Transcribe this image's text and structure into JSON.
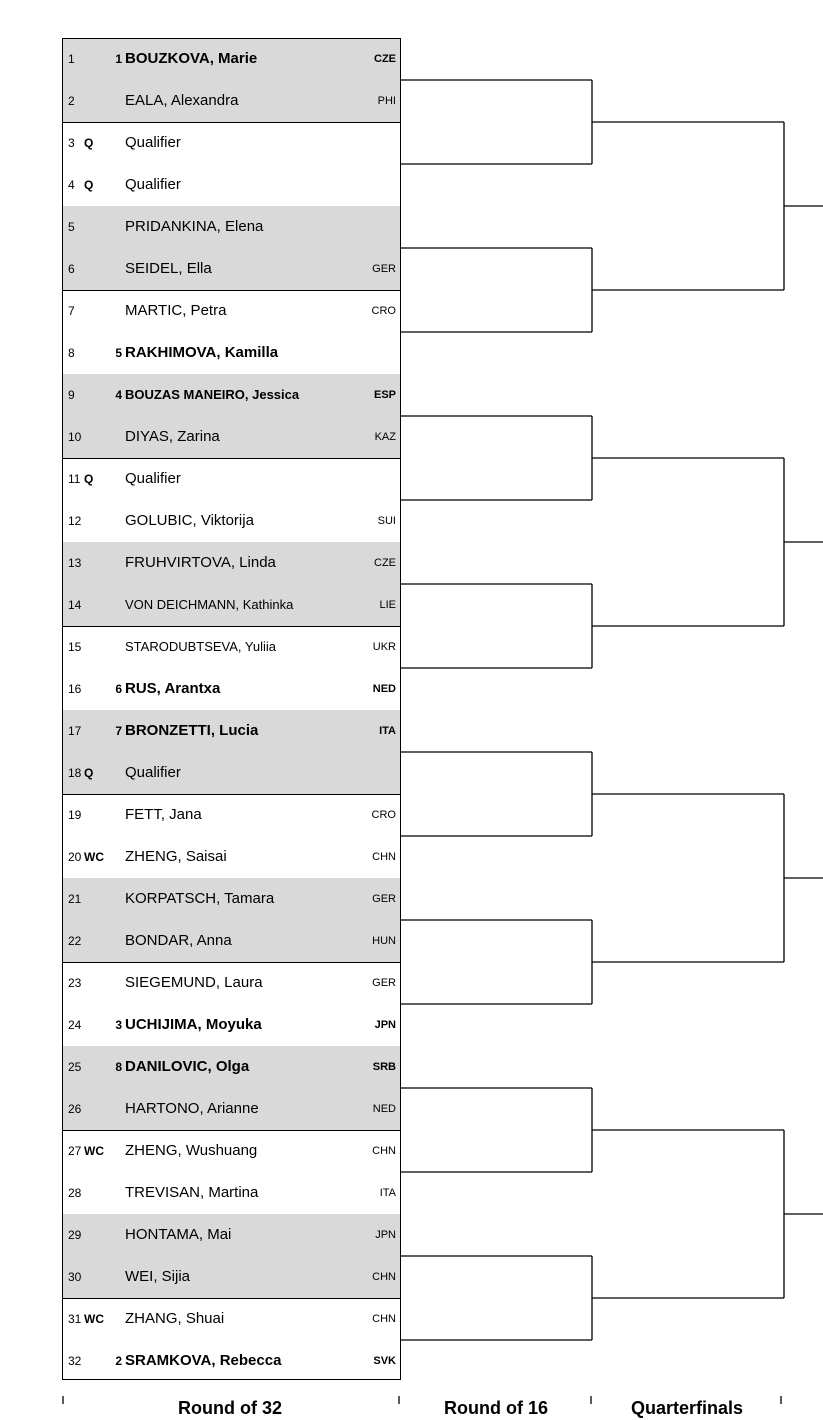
{
  "players": [
    {
      "num": "1",
      "entry": "",
      "seed": "1",
      "name": "BOUZKOVA, Marie",
      "country": "CZE"
    },
    {
      "num": "2",
      "entry": "",
      "seed": "",
      "name": "EALA, Alexandra",
      "country": "PHI"
    },
    {
      "num": "3",
      "entry": "Q",
      "seed": "",
      "name": "Qualifier",
      "country": ""
    },
    {
      "num": "4",
      "entry": "Q",
      "seed": "",
      "name": "Qualifier",
      "country": ""
    },
    {
      "num": "5",
      "entry": "",
      "seed": "",
      "name": "PRIDANKINA, Elena",
      "country": ""
    },
    {
      "num": "6",
      "entry": "",
      "seed": "",
      "name": "SEIDEL, Ella",
      "country": "GER"
    },
    {
      "num": "7",
      "entry": "",
      "seed": "",
      "name": "MARTIC, Petra",
      "country": "CRO"
    },
    {
      "num": "8",
      "entry": "",
      "seed": "5",
      "name": "RAKHIMOVA, Kamilla",
      "country": ""
    },
    {
      "num": "9",
      "entry": "",
      "seed": "4",
      "name": "BOUZAS MANEIRO, Jessica",
      "country": "ESP"
    },
    {
      "num": "10",
      "entry": "",
      "seed": "",
      "name": "DIYAS, Zarina",
      "country": "KAZ"
    },
    {
      "num": "11",
      "entry": "Q",
      "seed": "",
      "name": "Qualifier",
      "country": ""
    },
    {
      "num": "12",
      "entry": "",
      "seed": "",
      "name": "GOLUBIC, Viktorija",
      "country": "SUI"
    },
    {
      "num": "13",
      "entry": "",
      "seed": "",
      "name": "FRUHVIRTOVA, Linda",
      "country": "CZE"
    },
    {
      "num": "14",
      "entry": "",
      "seed": "",
      "name": "VON DEICHMANN, Kathinka",
      "country": "LIE"
    },
    {
      "num": "15",
      "entry": "",
      "seed": "",
      "name": "STARODUBTSEVA, Yuliia",
      "country": "UKR"
    },
    {
      "num": "16",
      "entry": "",
      "seed": "6",
      "name": "RUS, Arantxa",
      "country": "NED"
    },
    {
      "num": "17",
      "entry": "",
      "seed": "7",
      "name": "BRONZETTI, Lucia",
      "country": "ITA"
    },
    {
      "num": "18",
      "entry": "Q",
      "seed": "",
      "name": "Qualifier",
      "country": ""
    },
    {
      "num": "19",
      "entry": "",
      "seed": "",
      "name": "FETT, Jana",
      "country": "CRO"
    },
    {
      "num": "20",
      "entry": "WC",
      "seed": "",
      "name": "ZHENG, Saisai",
      "country": "CHN"
    },
    {
      "num": "21",
      "entry": "",
      "seed": "",
      "name": "KORPATSCH, Tamara",
      "country": "GER"
    },
    {
      "num": "22",
      "entry": "",
      "seed": "",
      "name": "BONDAR, Anna",
      "country": "HUN"
    },
    {
      "num": "23",
      "entry": "",
      "seed": "",
      "name": "SIEGEMUND, Laura",
      "country": "GER"
    },
    {
      "num": "24",
      "entry": "",
      "seed": "3",
      "name": "UCHIJIMA, Moyuka",
      "country": "JPN"
    },
    {
      "num": "25",
      "entry": "",
      "seed": "8",
      "name": "DANILOVIC, Olga",
      "country": "SRB"
    },
    {
      "num": "26",
      "entry": "",
      "seed": "",
      "name": "HARTONO, Arianne",
      "country": "NED"
    },
    {
      "num": "27",
      "entry": "WC",
      "seed": "",
      "name": "ZHENG, Wushuang",
      "country": "CHN"
    },
    {
      "num": "28",
      "entry": "",
      "seed": "",
      "name": "TREVISAN, Martina",
      "country": "ITA"
    },
    {
      "num": "29",
      "entry": "",
      "seed": "",
      "name": "HONTAMA, Mai",
      "country": "JPN"
    },
    {
      "num": "30",
      "entry": "",
      "seed": "",
      "name": "WEI, Sijia",
      "country": "CHN"
    },
    {
      "num": "31",
      "entry": "WC",
      "seed": "",
      "name": "ZHANG, Shuai",
      "country": "CHN"
    },
    {
      "num": "32",
      "entry": "",
      "seed": "2",
      "name": "SRAMKOVA, Rebecca",
      "country": "SVK"
    }
  ],
  "rounds": {
    "r32": "Round of 32",
    "r16": "Round of 16",
    "qf": "Quarterfinals"
  }
}
